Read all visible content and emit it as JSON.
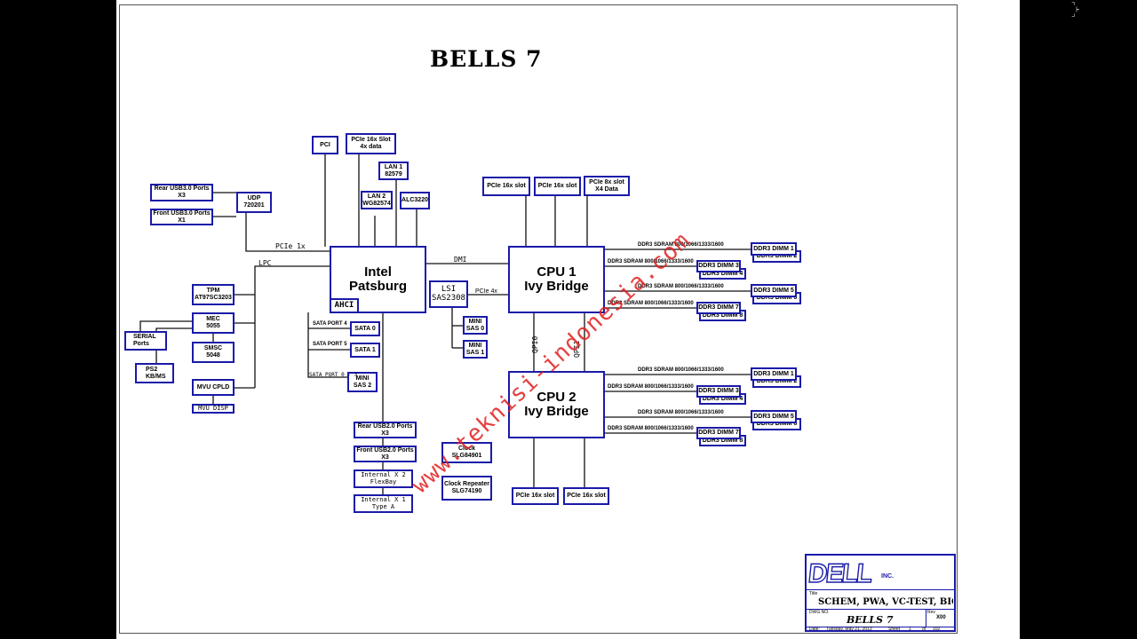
{
  "header": {
    "title": "BELLS 7"
  },
  "watermark": "www.teknisi-indonesia.com",
  "blocks": {
    "pci": "PCI",
    "pcie16_4x": "PCIe 16x Slot\n4x data",
    "lan1": "LAN 1\n82579",
    "lan2": "LAN 2\nWG82574",
    "alc": "ALC3220",
    "rear_usb3": "Rear USB3.0 Ports X3",
    "front_usb3": "Front USB3.0 Ports X1",
    "udp": "UDP\n720201",
    "pch": "Intel\nPatsburg",
    "ahci": "AHCI",
    "tpm": "TPM\nAT97SC3203",
    "mec": "MEC\n5055",
    "serial": "SERIAL\nPorts",
    "smsc": "SMSC\n5048",
    "ps2": "PS2\nKB/MS",
    "mvu_cpld": "MVU CPLD",
    "mvu_disp": "MVU DISP",
    "sata0": "SATA 0",
    "sata1": "SATA 1",
    "mini_sas2": "MINI\nSAS 2",
    "lsi": "LSI\nSAS2308",
    "mini_sas0": "MINI\nSAS 0",
    "mini_sas1": "MINI\nSAS 1",
    "cpu1": "CPU 1\nIvy Bridge",
    "cpu2": "CPU 2\nIvy Bridge",
    "cpu1_slot_a": "PCIe 16x slot",
    "cpu1_slot_b": "PCIe 16x slot",
    "cpu1_slot_c": "PCIe 8x slot\nX4 Data",
    "cpu2_slot_a": "PCIe 16x slot",
    "cpu2_slot_b": "PCIe 16x slot",
    "rear_usb2": "Rear USB2.0 Ports X3",
    "front_usb2": "Front USB2.0 Ports X3",
    "internal_flexbay": "Internal X 2\nFlexBay",
    "internal_typea": "Internal X 1\nType A",
    "clock": "Clock\nSLG84901",
    "clock_repeater": "Clock Repeater\nSLG74190"
  },
  "dimms": {
    "d1": "DDR3 DIMM 1",
    "d2": "DDR3 DIMM 2",
    "d3": "DDR3 DIMM 3",
    "d4": "DDR3 DIMM 4",
    "d5": "DDR3 DIMM 5",
    "d6": "DDR3 DIMM 6",
    "d7": "DDR3 DIMM 7",
    "d8": "DDR3 DIMM 8"
  },
  "labels": {
    "ddr": "DDR3 SDRAM 800/1066/1333/1600",
    "pcie1x": "PCIe 1x",
    "lpc": "LPC",
    "dmi": "DMI",
    "pcie4x": "PCIe 4x",
    "sata_port4": "SATA PORT 4",
    "sata_port5": "SATA PORT 5",
    "sata_port03": "SATA PORT 0 - 3",
    "qpi0": "QPI0",
    "qpi1": "QPI1"
  },
  "title_block": {
    "company": "INC.",
    "title_label": "Title",
    "title": "SCHEM, PWA, VC-TEST, BIG, SUR",
    "dwg_label": "DWG NO.",
    "dwg": "BELLS 7",
    "rev_label": "Rev",
    "rev": "X00",
    "date_label": "Date:",
    "date": "Tuesday, May 21, 2013",
    "sheet_label": "Sheet",
    "sheet": "1",
    "of_label": "of",
    "of": "102"
  }
}
